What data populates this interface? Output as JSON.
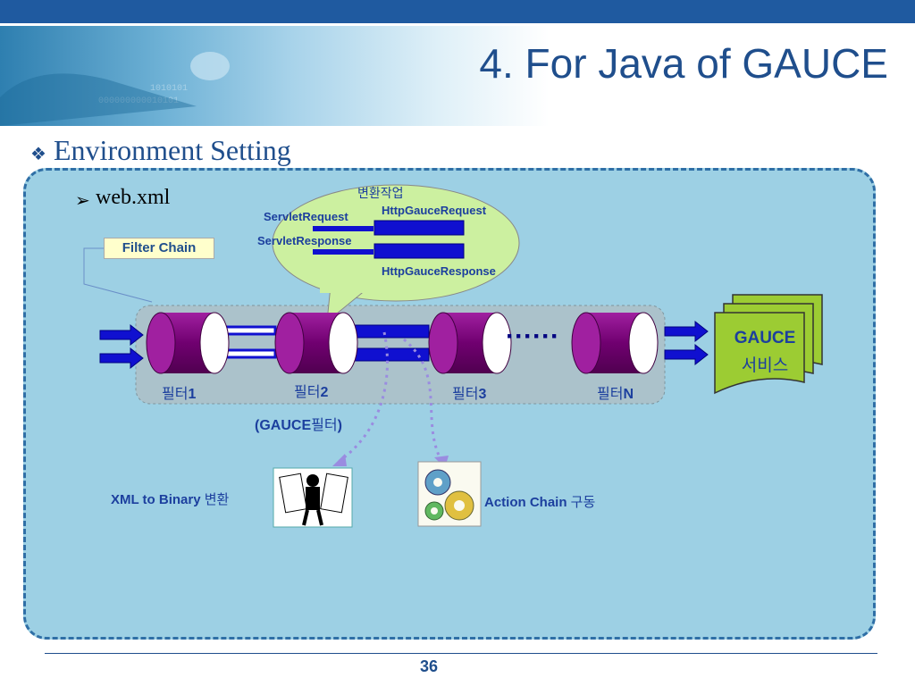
{
  "slide": {
    "title": "4. For Java of GAUCE",
    "section_title": "Environment Setting",
    "page_number": "36"
  },
  "diagram": {
    "webxml_label": "web.xml",
    "filter_chain_label": "Filter Chain",
    "conversion": {
      "title": "변환작업",
      "servlet_request": "ServletRequest",
      "servlet_response": "ServletResponse",
      "gauce_request": "HttpGauceRequest",
      "gauce_response": "HttpGauceResponse"
    },
    "filters": [
      {
        "prefix": "필터",
        "num": "1"
      },
      {
        "prefix": "필터",
        "num": "2"
      },
      {
        "prefix": "필터",
        "num": "3"
      },
      {
        "prefix": "필터",
        "num": "N"
      }
    ],
    "gauce_filter_note": {
      "open": "(GAUCE",
      "ko": "필터",
      "close": ")"
    },
    "gauce_service": {
      "line1": "GAUCE",
      "line2": "서비스"
    },
    "xml_to_binary": {
      "en": "XML to Binary",
      "ko": "변환"
    },
    "action_chain": {
      "en": "Action Chain",
      "ko": "구동"
    },
    "colors": {
      "filter_fill": "#800080",
      "arrow_blue": "#1010d0",
      "panel_bg": "#9dd0e4",
      "bubble": "#ccf0a0",
      "service_green": "#9ccc33"
    }
  }
}
